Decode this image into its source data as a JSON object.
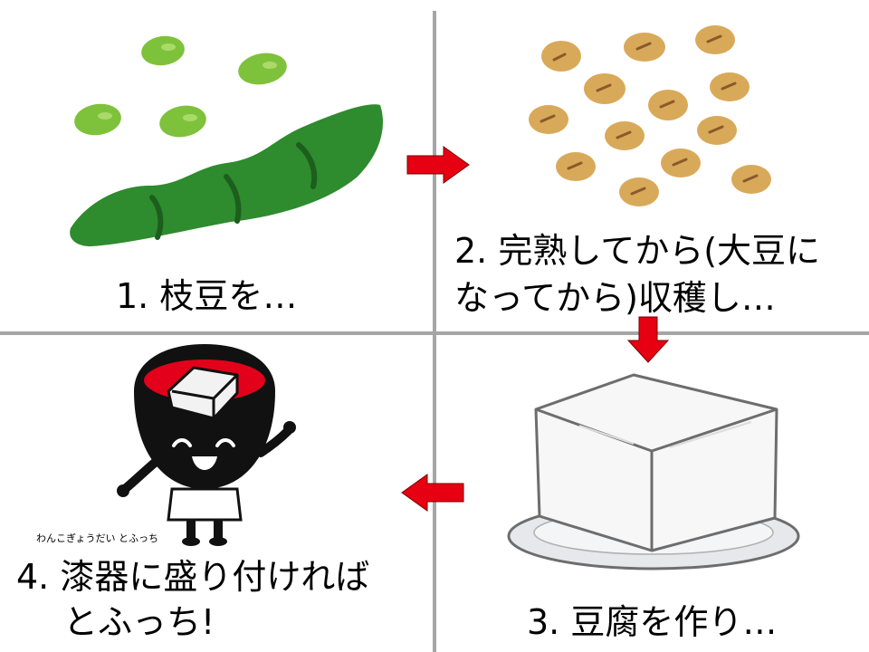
{
  "steps": [
    {
      "label_line1": "1. 枝豆を…"
    },
    {
      "label_line1": "2. 完熟してから(大豆に",
      "label_line2": "なってから)収穫し…"
    },
    {
      "label_line1": "3. 豆腐を作り…"
    },
    {
      "label_line1": "4. 漆器に盛り付ければ",
      "label_line2": "とふっち!"
    }
  ],
  "mascot_name": "わんこぎょうだい とふっち",
  "colors": {
    "arrow": "#e60012",
    "divider": "#a6a6a6",
    "edamame_pod": "#2e8b2e",
    "edamame_bean": "#7ec23c",
    "soybean": "#d9a95a",
    "soybean_mark": "#8a5a2b",
    "tofu": "#f7f7f7",
    "bowl_outer": "#111111",
    "bowl_inner": "#e3001b"
  },
  "icons": [
    "edamame-pod-icon",
    "soybeans-icon",
    "tofu-on-plate-icon",
    "tofucchi-mascot-icon",
    "arrow-right-icon",
    "arrow-down-icon",
    "arrow-left-icon"
  ]
}
